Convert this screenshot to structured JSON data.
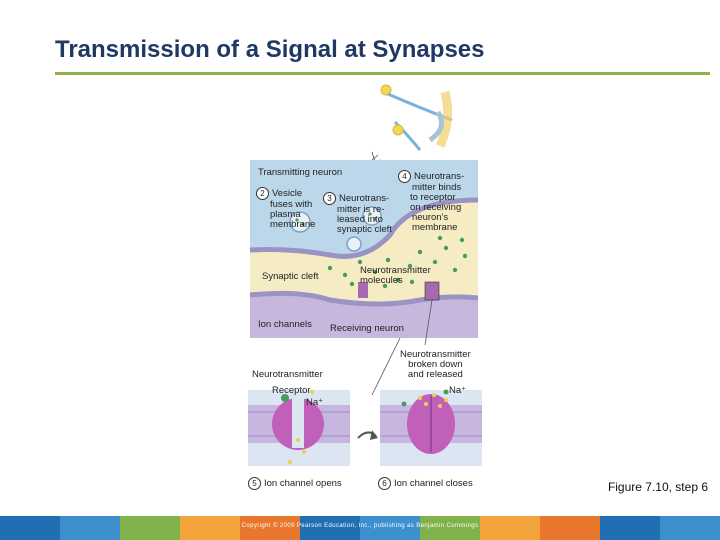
{
  "slide": {
    "title": "Transmission of a Signal at Synapses",
    "figure_caption": "Figure 7.10, step 6",
    "copyright": "Copyright © 2009 Pearson Education, Inc., publishing as Benjamin Cummings"
  },
  "diagram": {
    "transmitting_neuron": "Transmitting neuron",
    "step2_num": "2",
    "step2_lines": [
      "Vesicle",
      "fuses with",
      "plasma",
      "membrane"
    ],
    "step3_num": "3",
    "step3_lines": [
      "Neurotrans-",
      "mitter is re-",
      "leased into",
      "synaptic cleft"
    ],
    "step4_num": "4",
    "step4_lines": [
      "Neurotrans-",
      "mitter binds",
      "to receptor",
      "on receiving",
      "neuron's",
      "membrane"
    ],
    "neurotransmitter_molecules": [
      "Neurotransmitter",
      "molecules"
    ],
    "synaptic_cleft": "Synaptic cleft",
    "ion_channels": "Ion channels",
    "receiving_neuron": "Receiving neuron",
    "neurotransmitter": "Neurotransmitter",
    "receptor": "Receptor",
    "na_left": "Na⁺",
    "broken_down": [
      "Neurotransmitter",
      "broken down",
      "and released"
    ],
    "na_right": "Na⁺",
    "step5_num": "5",
    "step5_label": "Ion channel opens",
    "step6_num": "6",
    "step6_label": "Ion channel closes"
  },
  "colors": {
    "title": "#1f3864",
    "rule": "#8fb34a",
    "footer": [
      "#1f6fb2",
      "#3d8fce",
      "#7fb24a",
      "#f2a33a",
      "#e8762d",
      "#1f6fb2",
      "#3d8fce",
      "#7fb24a",
      "#f2a33a",
      "#e8762d",
      "#1f6fb2",
      "#3d8fce"
    ]
  }
}
